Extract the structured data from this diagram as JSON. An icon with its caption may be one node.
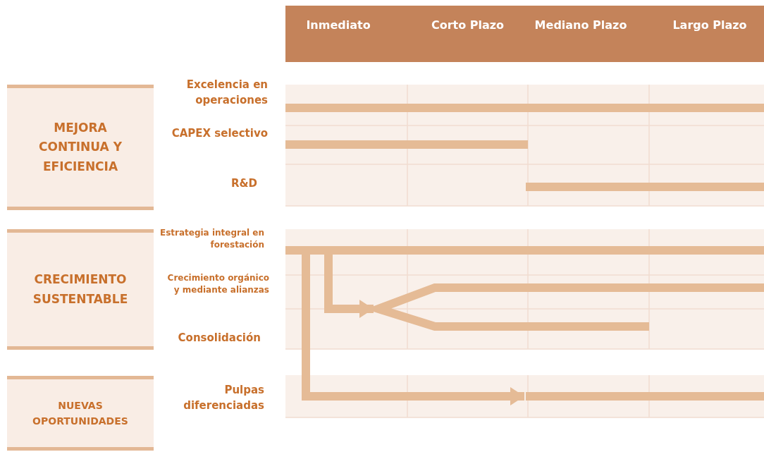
{
  "diagram": {
    "nodes": [
      {
        "text": [
          "MEJORA CONTINUA Y EFICIENCIA"
        ]
      },
      {
        "text": [
          "CRECIMIENTO SUSTENTABLE"
        ]
      },
      {
        "text": [
          "NUEVAS OPORTUNIDADES"
        ]
      },
      {
        "text": [],
        "shape": "bar"
      },
      {
        "text": [],
        "shape": "bar"
      },
      {
        "text": [],
        "shape": "bar"
      },
      {
        "text": [],
        "shape": "bar"
      },
      {
        "text": [],
        "shape": "bar"
      },
      {
        "text": [],
        "shape": "bar"
      }
    ],
    "edges": [
      {
        "from": 6,
        "to": 7,
        "arrow": "to"
      },
      {
        "from": 6,
        "to": 8,
        "arrow": "to"
      }
    ],
    "labels": [
      "Inmediato",
      "Corto Plazo",
      "Mediano Plazo",
      "Largo Plazo",
      "Excelencia en operaciones",
      "CAPEX selectivo",
      "R&D",
      "Estrategia integral en forestación",
      "Crecimiento orgánico y mediante alianzas",
      "Consolidación",
      "Pulpas diferenciadas"
    ]
  }
}
